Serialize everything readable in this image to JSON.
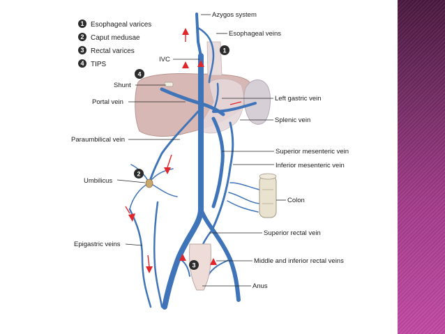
{
  "colors": {
    "vein": "#3f74b8",
    "vein_light": "#9bbbe0",
    "liver": "#d8b8b4",
    "liver_edge": "#b9948f",
    "spleen": "#d6cfd6",
    "arrow": "#e0262b",
    "marker": "#2b2b2b",
    "sidebar_top": "#4a1840",
    "sidebar_bottom": "#c24aa4"
  },
  "legend": [
    {
      "number": "1",
      "text": "Esophageal varices"
    },
    {
      "number": "2",
      "text": "Caput medusae"
    },
    {
      "number": "3",
      "text": "Rectal varices"
    },
    {
      "number": "4",
      "text": "TIPS"
    }
  ],
  "markers": {
    "m1": "1",
    "m2": "2",
    "m3": "3",
    "m4": "4"
  },
  "labels": {
    "azygos": "Azygos system",
    "esophageal_veins": "Esophageal veins",
    "ivc": "IVC",
    "shunt": "Shunt",
    "portal_vein": "Portal vein",
    "left_gastric": "Left gastric vein",
    "splenic": "Splenic vein",
    "paraumbilical": "Paraumbilical vein",
    "superior_mesenteric": "Superior mesenteric vein",
    "inferior_mesenteric": "Inferior mesenteric vein",
    "umbilicus": "Umbilicus",
    "colon": "Colon",
    "superior_rectal": "Superior rectal vein",
    "epigastric": "Epigastric veins",
    "middle_inferior_rectal": "Middle and inferior rectal veins",
    "anus": "Anus"
  }
}
